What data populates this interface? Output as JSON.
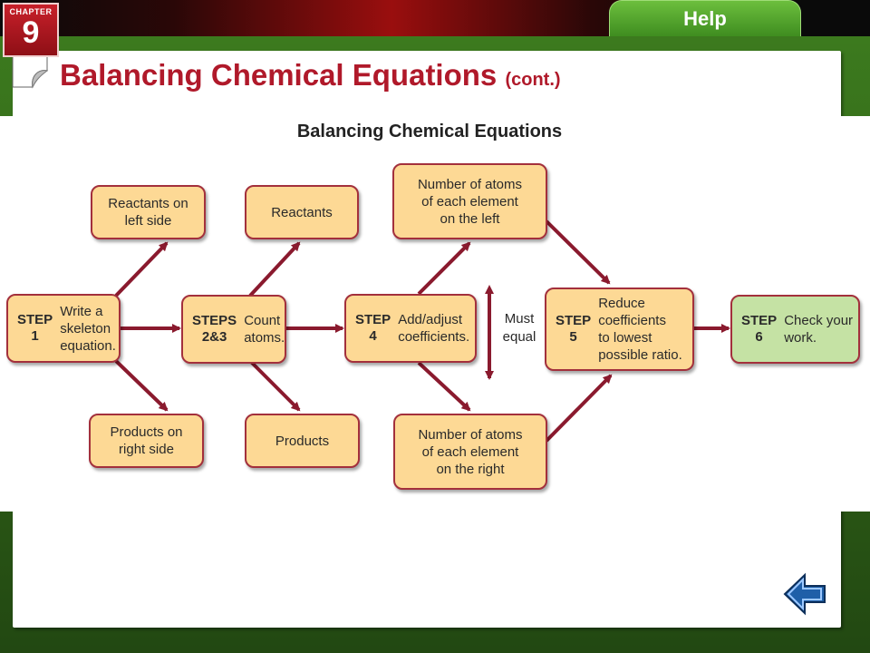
{
  "header": {
    "chapter_label": "CHAPTER",
    "chapter_number": "9",
    "help_label": "Help"
  },
  "page": {
    "title": "Balancing Chemical Equations",
    "title_suffix": "(cont.)"
  },
  "diagram": {
    "title": "Balancing Chemical Equations",
    "must_equal": "Must\nequal",
    "boxes": {
      "reactants_left": "Reactants on\nleft side",
      "products_right": "Products on\nright side",
      "reactants": "Reactants",
      "products": "Products",
      "atoms_left": "Number of atoms\nof each element\non the left",
      "atoms_right": "Number of atoms\nof each element\non the right"
    },
    "steps": [
      {
        "tag_line1": "STEP",
        "tag_line2": "1",
        "text": "Write a\nskeleton\nequation."
      },
      {
        "tag_line1": "STEPS",
        "tag_line2": "2&3",
        "text": "Count\natoms."
      },
      {
        "tag_line1": "STEP",
        "tag_line2": "4",
        "text": "Add/adjust\ncoefficients."
      },
      {
        "tag_line1": "STEP",
        "tag_line2": "5",
        "text": "Reduce\ncoefficients\nto lowest\npossible ratio."
      },
      {
        "tag_line1": "STEP",
        "tag_line2": "6",
        "text": "Check your\nwork."
      }
    ]
  },
  "colors": {
    "title_red": "#b0192a",
    "box_fill": "#fdd995",
    "box_border": "#a3303c",
    "final_box_fill": "#c5e2a4",
    "arrow": "#8a1a2e",
    "frame_green": "#3c7a1e"
  },
  "navigation": {
    "back_icon": "back-arrow-icon"
  }
}
